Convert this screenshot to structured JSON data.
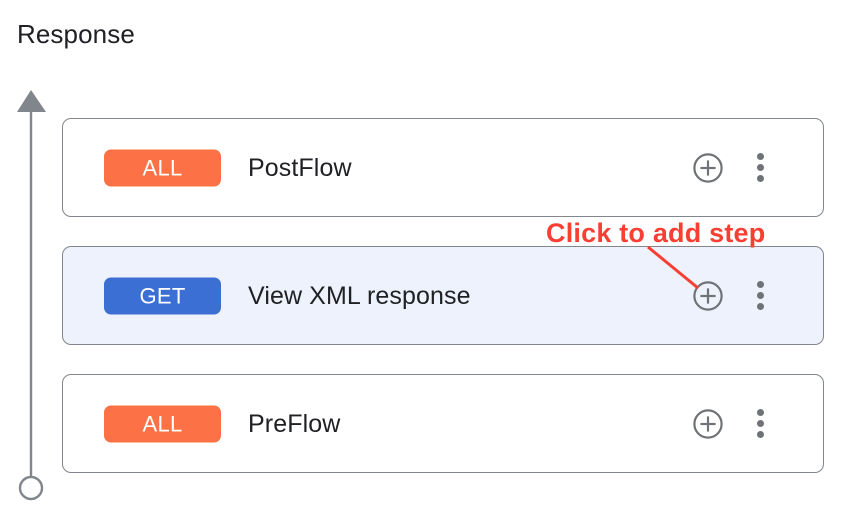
{
  "page": {
    "title": "Response",
    "background_color": "#ffffff"
  },
  "flow_axis": {
    "icon": "up-arrow-axis-icon",
    "direction": "up",
    "stroke_color": "#80868b",
    "endpoint_icon": "circle-endpoint-icon"
  },
  "colors": {
    "badge_all": "#fc7246",
    "badge_get": "#3c6fd4",
    "selected_row": "#eef2fc",
    "card_border": "#80868b",
    "annotation": "#f93f33",
    "icon_gray": "#6f7276",
    "text": "#202124"
  },
  "cards": [
    {
      "badge": "ALL",
      "badge_type": "all",
      "label": "PostFlow",
      "selected": false,
      "add_icon": "plus-circle-icon",
      "menu_icon": "kebab-menu-icon"
    },
    {
      "badge": "GET",
      "badge_type": "get",
      "label": "View XML response",
      "selected": true,
      "add_icon": "plus-circle-icon",
      "menu_icon": "kebab-menu-icon"
    },
    {
      "badge": "ALL",
      "badge_type": "all",
      "label": "PreFlow",
      "selected": false,
      "add_icon": "plus-circle-icon",
      "menu_icon": "kebab-menu-icon"
    }
  ],
  "annotation": {
    "text": "Click to add step",
    "color": "#f93f33",
    "points_to": "add-step-button-row-2"
  }
}
